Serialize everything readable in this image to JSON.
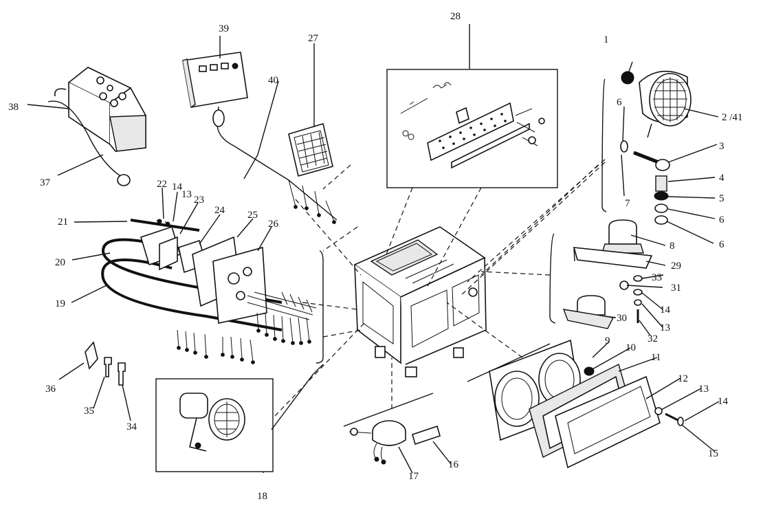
{
  "diagram": {
    "callouts": [
      "1",
      "2 /41",
      "3",
      "4",
      "5",
      "6",
      "6",
      "6",
      "7",
      "8",
      "29",
      "33",
      "31",
      "14",
      "13",
      "32",
      "30",
      "9",
      "10",
      "11",
      "12",
      "13",
      "14",
      "15",
      "16",
      "17",
      "18",
      "19",
      "20",
      "21",
      "22",
      "14",
      "13",
      "23",
      "24",
      "25",
      "26",
      "27",
      "28",
      "34",
      "35",
      "36",
      "37",
      "38",
      "39",
      "40"
    ]
  },
  "colors": {
    "ink": "#111111",
    "paper": "#ffffff"
  }
}
